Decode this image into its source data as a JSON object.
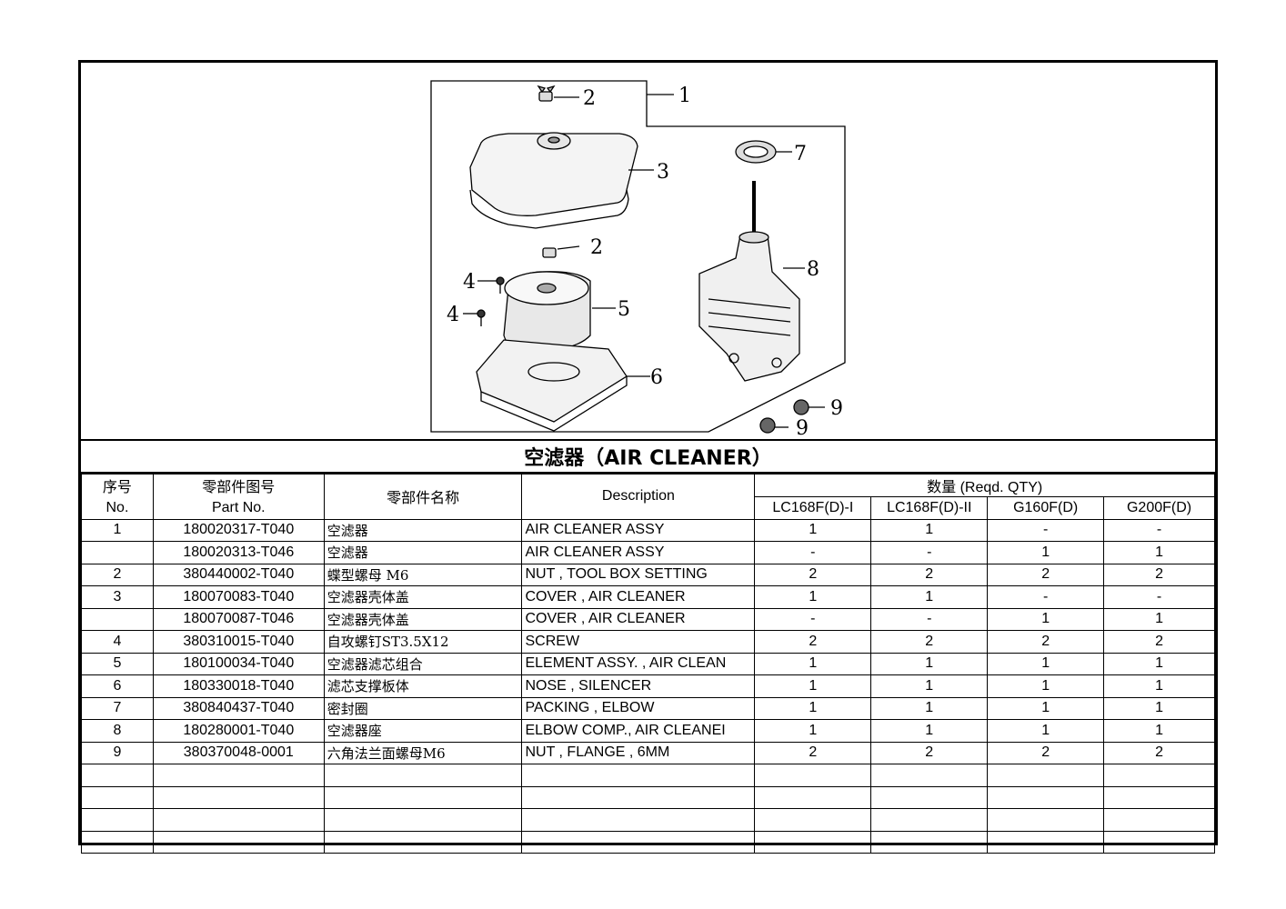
{
  "title": "空滤器（AIR CLEANER）",
  "callouts": [
    "1",
    "2",
    "2",
    "3",
    "4",
    "4",
    "5",
    "6",
    "7",
    "8",
    "9",
    "9"
  ],
  "headers": {
    "no_cn": "序号",
    "no_en": "No.",
    "part_cn": "零部件图号",
    "part_en": "Part No.",
    "name_cn": "零部件名称",
    "description": "Description",
    "qty": "数量 (Reqd. QTY)",
    "models": [
      "LC168F(D)-I",
      "LC168F(D)-II",
      "G160F(D)",
      "G200F(D)"
    ]
  },
  "rows": [
    {
      "no": "1",
      "part": "180020317-T040",
      "name": "空滤器",
      "desc": "AIR CLEANER ASSY",
      "q1": "1",
      "q2": "1",
      "q3": "-",
      "q4": "-"
    },
    {
      "no": "",
      "part": "180020313-T046",
      "name": "空滤器",
      "desc": "AIR CLEANER ASSY",
      "q1": "-",
      "q2": "-",
      "q3": "1",
      "q4": "1"
    },
    {
      "no": "2",
      "part": "380440002-T040",
      "name": "蝶型螺母 M6",
      "desc": "NUT , TOOL BOX SETTING",
      "q1": "2",
      "q2": "2",
      "q3": "2",
      "q4": "2"
    },
    {
      "no": "3",
      "part": "180070083-T040",
      "name": "空滤器壳体盖",
      "desc": "COVER , AIR CLEANER",
      "q1": "1",
      "q2": "1",
      "q3": "-",
      "q4": "-"
    },
    {
      "no": "",
      "part": "180070087-T046",
      "name": "空滤器壳体盖",
      "desc": "COVER , AIR CLEANER",
      "q1": "-",
      "q2": "-",
      "q3": "1",
      "q4": "1"
    },
    {
      "no": "4",
      "part": "380310015-T040",
      "name": "自攻螺钉ST3.5X12",
      "desc": "SCREW",
      "q1": "2",
      "q2": "2",
      "q3": "2",
      "q4": "2"
    },
    {
      "no": "5",
      "part": "180100034-T040",
      "name": "空滤器滤芯组合",
      "desc": "ELEMENT ASSY. , AIR CLEAN",
      "q1": "1",
      "q2": "1",
      "q3": "1",
      "q4": "1"
    },
    {
      "no": "6",
      "part": "180330018-T040",
      "name": "滤芯支撑板体",
      "desc": "NOSE , SILENCER",
      "q1": "1",
      "q2": "1",
      "q3": "1",
      "q4": "1"
    },
    {
      "no": "7",
      "part": "380840437-T040",
      "name": "密封圈",
      "desc": "PACKING , ELBOW",
      "q1": "1",
      "q2": "1",
      "q3": "1",
      "q4": "1"
    },
    {
      "no": "8",
      "part": "180280001-T040",
      "name": "空滤器座",
      "desc": "ELBOW COMP., AIR CLEANEI",
      "q1": "1",
      "q2": "1",
      "q3": "1",
      "q4": "1"
    },
    {
      "no": "9",
      "part": "380370048-0001",
      "name": "六角法兰面螺母M6",
      "desc": "NUT , FLANGE , 6MM",
      "q1": "2",
      "q2": "2",
      "q3": "2",
      "q4": "2"
    },
    {
      "no": "",
      "part": "",
      "name": "",
      "desc": "",
      "q1": "",
      "q2": "",
      "q3": "",
      "q4": ""
    },
    {
      "no": "",
      "part": "",
      "name": "",
      "desc": "",
      "q1": "",
      "q2": "",
      "q3": "",
      "q4": ""
    },
    {
      "no": "",
      "part": "",
      "name": "",
      "desc": "",
      "q1": "",
      "q2": "",
      "q3": "",
      "q4": ""
    },
    {
      "no": "",
      "part": "",
      "name": "",
      "desc": "",
      "q1": "",
      "q2": "",
      "q3": "",
      "q4": ""
    }
  ]
}
